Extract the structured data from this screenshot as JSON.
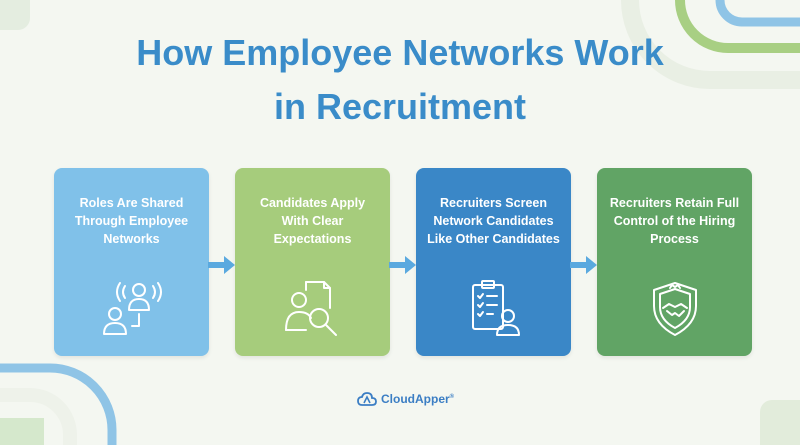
{
  "title": {
    "line1": "How Employee Networks Work",
    "line2": "in Recruitment"
  },
  "steps": [
    {
      "label": "Roles Are Shared Through Employee Networks",
      "lines": [
        "Roles Are Shared",
        "Through Employee",
        "Networks"
      ],
      "icon": "employee-network-icon",
      "color": "#80c1e9"
    },
    {
      "label": "Candidates Apply With Clear Expectations",
      "lines": [
        "Candidates Apply",
        "With Clear",
        "Expectations"
      ],
      "icon": "candidate-search-icon",
      "color": "#a6cc7c"
    },
    {
      "label": "Recruiters Screen Network Candidates Like Other Candidates",
      "lines": [
        "Recruiters Screen",
        "Network Candidates",
        "Like Other Candidates"
      ],
      "icon": "clipboard-checklist-icon",
      "color": "#3a87c7"
    },
    {
      "label": "Recruiters Retain Full Control of the Hiring Process",
      "lines": [
        "Recruiters Retain Full",
        "Control of the Hiring",
        "Process"
      ],
      "icon": "handshake-shield-icon",
      "color": "#61a465"
    }
  ],
  "connector": {
    "icon": "arrow-right-icon",
    "color": "#5aa9df"
  },
  "brand": {
    "name": "CloudApper",
    "trademark": "®",
    "icon": "cloudapper-logo-icon",
    "color": "#3b7ec4"
  }
}
